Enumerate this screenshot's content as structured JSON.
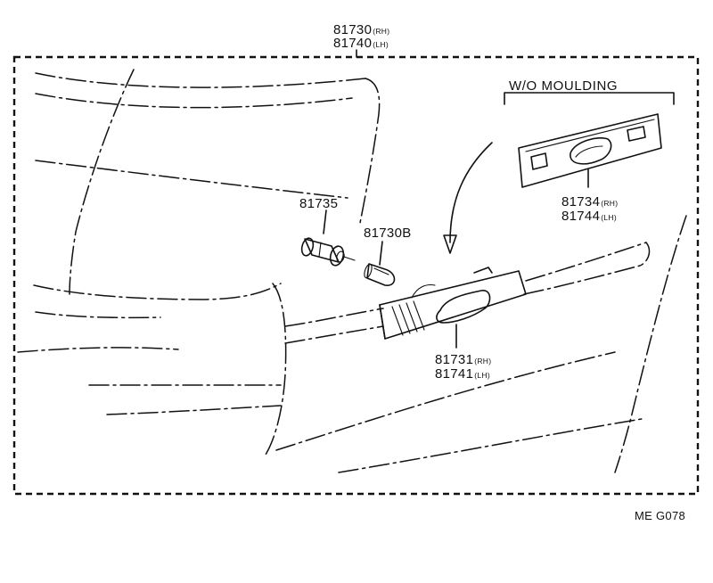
{
  "section_title": "W/O MOULDING",
  "drawing_code": "ME G078",
  "callouts": {
    "lamp_assembly": {
      "rh_number": "81730",
      "rh_suffix": "(RH)",
      "lh_number": "81740",
      "lh_suffix": "(LH)"
    },
    "socket": {
      "number": "81735"
    },
    "bulb": {
      "number": "81730B"
    },
    "moulding_cover": {
      "rh_number": "81734",
      "rh_suffix": "(RH)",
      "lh_number": "81744",
      "lh_suffix": "(LH)"
    },
    "lens": {
      "rh_number": "81731",
      "rh_suffix": "(RH)",
      "lh_number": "81741",
      "lh_suffix": "(LH)"
    }
  }
}
